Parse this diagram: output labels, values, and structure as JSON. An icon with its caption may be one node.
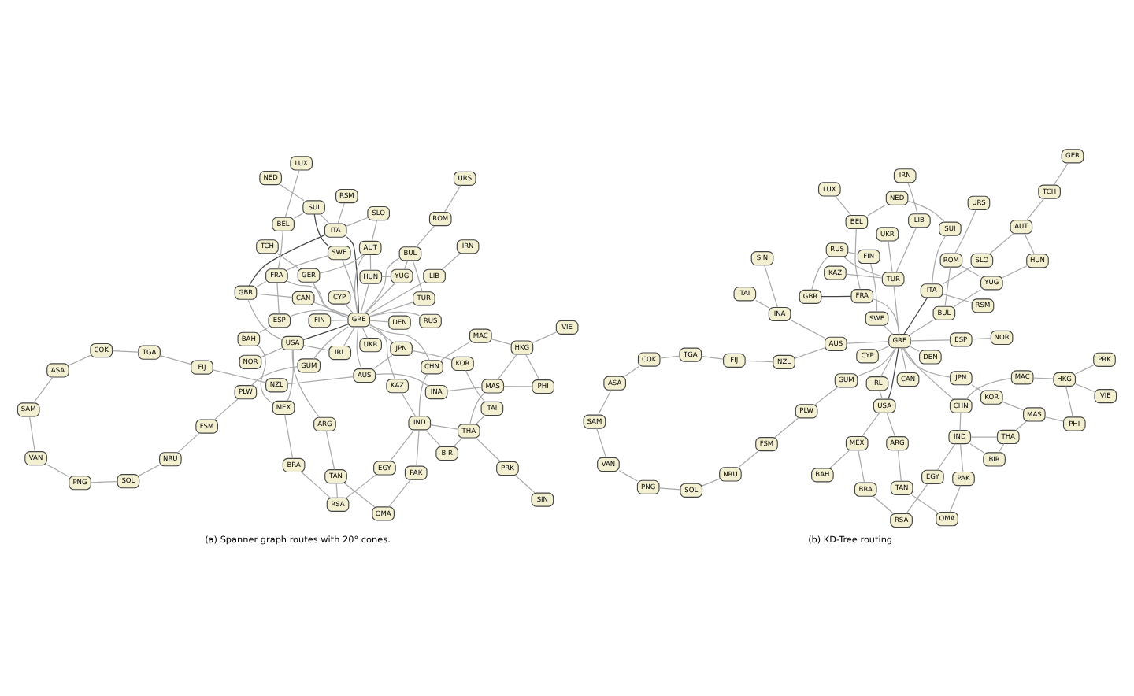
{
  "diagram": {
    "nodes": [
      {
        "text": [
          "OMA"
        ]
      },
      {
        "text": [
          "TAN"
        ]
      },
      {
        "text": [
          "PAK"
        ]
      },
      {
        "text": [
          "RSA"
        ]
      },
      {
        "text": [
          "BRA"
        ]
      },
      {
        "text": [
          "EGY"
        ]
      },
      {
        "text": [
          "ARG"
        ]
      },
      {
        "text": [
          "IRN"
        ]
      },
      {
        "text": [
          "VIE"
        ]
      },
      {
        "text": [
          "BIR"
        ]
      },
      {
        "text": [
          "IND"
        ]
      },
      {
        "text": [
          "MEX"
        ]
      },
      {
        "text": [
          "MAC"
        ]
      },
      {
        "text": [
          "HKG"
        ]
      },
      {
        "text": [
          "PHI"
        ]
      },
      {
        "text": [
          "PRK"
        ]
      },
      {
        "text": [
          "THA"
        ]
      },
      {
        "text": [
          "LIB"
        ]
      },
      {
        "text": [
          "CHN"
        ]
      },
      {
        "text": [
          "MAS"
        ]
      },
      {
        "text": [
          "KAZ"
        ]
      },
      {
        "text": [
          "IRL"
        ]
      },
      {
        "text": [
          "USA"
        ]
      },
      {
        "text": [
          "BAH"
        ]
      },
      {
        "text": [
          "TAI"
        ]
      },
      {
        "text": [
          "KOR"
        ]
      },
      {
        "text": [
          "SIN"
        ]
      },
      {
        "text": [
          "UKR"
        ]
      },
      {
        "text": [
          "GBR"
        ]
      },
      {
        "text": [
          "NOR"
        ]
      },
      {
        "text": [
          "LUX"
        ]
      },
      {
        "text": [
          "RUS"
        ]
      },
      {
        "text": [
          "CAN"
        ]
      },
      {
        "text": [
          "ESP"
        ]
      },
      {
        "text": [
          "TUR"
        ]
      },
      {
        "text": [
          "INA"
        ]
      },
      {
        "text": [
          "JPN"
        ]
      },
      {
        "text": [
          "GRE"
        ]
      },
      {
        "text": [
          "FIN"
        ]
      },
      {
        "text": [
          "FRA"
        ]
      },
      {
        "text": [
          "BEL"
        ]
      },
      {
        "text": [
          "AUS"
        ]
      },
      {
        "text": [
          "CYP"
        ]
      },
      {
        "text": [
          "SWE"
        ]
      },
      {
        "text": [
          "SUI"
        ]
      },
      {
        "text": [
          "NED"
        ]
      },
      {
        "text": [
          "BUL"
        ]
      },
      {
        "text": [
          "DEN"
        ]
      },
      {
        "text": [
          "ITA"
        ]
      },
      {
        "text": [
          "RSM"
        ]
      },
      {
        "text": [
          "YUG"
        ]
      },
      {
        "text": [
          "ROM"
        ]
      },
      {
        "text": [
          "HUN"
        ]
      },
      {
        "text": [
          "AUT"
        ]
      },
      {
        "text": [
          "GER"
        ]
      },
      {
        "text": [
          "SLO"
        ]
      },
      {
        "text": [
          "NZL"
        ]
      },
      {
        "text": [
          "URS"
        ]
      },
      {
        "text": [
          "GUM"
        ]
      },
      {
        "text": [
          "TCH"
        ]
      },
      {
        "text": [
          "FIJ"
        ]
      },
      {
        "text": [
          "TGA"
        ]
      },
      {
        "text": [
          "PLW"
        ]
      },
      {
        "text": [
          "COK"
        ]
      },
      {
        "text": [
          "FSM"
        ]
      },
      {
        "text": [
          "ASA"
        ]
      },
      {
        "text": [
          "SAM"
        ]
      },
      {
        "text": [
          "NRU"
        ]
      },
      {
        "text": [
          "VAN"
        ]
      },
      {
        "text": [
          "PNG"
        ]
      },
      {
        "text": [
          "SOL"
        ]
      },
      {
        "text": [
          "OMA"
        ]
      },
      {
        "text": [
          "TAN"
        ]
      },
      {
        "text": [
          "PAK"
        ]
      },
      {
        "text": [
          "RSA"
        ]
      },
      {
        "text": [
          "BRA"
        ]
      },
      {
        "text": [
          "EGY"
        ]
      },
      {
        "text": [
          "ARG"
        ]
      },
      {
        "text": [
          "IRN"
        ]
      },
      {
        "text": [
          "VIE"
        ]
      },
      {
        "text": [
          "BIR"
        ]
      },
      {
        "text": [
          "IND"
        ]
      },
      {
        "text": [
          "MEX"
        ]
      },
      {
        "text": [
          "MAC"
        ]
      },
      {
        "text": [
          "HKG"
        ]
      },
      {
        "text": [
          "PHI"
        ]
      },
      {
        "text": [
          "PRK"
        ]
      },
      {
        "text": [
          "THA"
        ]
      },
      {
        "text": [
          "LIB"
        ]
      },
      {
        "text": [
          "CHN"
        ]
      },
      {
        "text": [
          "MAS"
        ]
      },
      {
        "text": [
          "KAZ"
        ]
      },
      {
        "text": [
          "IRL"
        ]
      },
      {
        "text": [
          "USA"
        ]
      },
      {
        "text": [
          "BAH"
        ]
      },
      {
        "text": [
          "TAI"
        ]
      },
      {
        "text": [
          "KOR"
        ]
      },
      {
        "text": [
          "SIN"
        ]
      },
      {
        "text": [
          "UKR"
        ]
      },
      {
        "text": [
          "GBR"
        ]
      },
      {
        "text": [
          "NOR"
        ]
      },
      {
        "text": [
          "LUX"
        ]
      },
      {
        "text": [
          "RUS"
        ]
      },
      {
        "text": [
          "CAN"
        ]
      },
      {
        "text": [
          "ESP"
        ]
      },
      {
        "text": [
          "TUR"
        ]
      },
      {
        "text": [
          "INA"
        ]
      },
      {
        "text": [
          "JPN"
        ]
      },
      {
        "text": [
          "GRE"
        ]
      },
      {
        "text": [
          "FIN"
        ]
      },
      {
        "text": [
          "FRA"
        ]
      },
      {
        "text": [
          "BEL"
        ]
      },
      {
        "text": [
          "AUS"
        ]
      },
      {
        "text": [
          "CYP"
        ]
      },
      {
        "text": [
          "SWE"
        ]
      },
      {
        "text": [
          "SUI"
        ]
      },
      {
        "text": [
          "NED"
        ]
      },
      {
        "text": [
          "BUL"
        ]
      },
      {
        "text": [
          "DEN"
        ]
      },
      {
        "text": [
          "ITA"
        ]
      },
      {
        "text": [
          "RSM"
        ]
      },
      {
        "text": [
          "YUG"
        ]
      },
      {
        "text": [
          "ROM"
        ]
      },
      {
        "text": [
          "HUN"
        ]
      },
      {
        "text": [
          "AUT"
        ]
      },
      {
        "text": [
          "GER"
        ]
      },
      {
        "text": [
          "SLO"
        ]
      },
      {
        "text": [
          "NZL"
        ]
      },
      {
        "text": [
          "URS"
        ]
      },
      {
        "text": [
          "GUM"
        ]
      },
      {
        "text": [
          "TCH"
        ]
      },
      {
        "text": [
          "FIJ"
        ]
      },
      {
        "text": [
          "TGA"
        ]
      },
      {
        "text": [
          "PLW"
        ]
      },
      {
        "text": [
          "COK"
        ]
      },
      {
        "text": [
          "FSM"
        ]
      },
      {
        "text": [
          "ASA"
        ]
      },
      {
        "text": [
          "SAM"
        ]
      },
      {
        "text": [
          "NRU"
        ]
      },
      {
        "text": [
          "VAN"
        ]
      },
      {
        "text": [
          "PNG"
        ]
      },
      {
        "text": [
          "SOL"
        ]
      }
    ],
    "edges": [
      {
        "from": 41,
        "to": 56,
        "arrow": "none"
      },
      {
        "from": 56,
        "to": 60,
        "arrow": "none"
      },
      {
        "from": 60,
        "to": 61,
        "arrow": "none"
      },
      {
        "from": 61,
        "to": 63,
        "arrow": "none"
      },
      {
        "from": 63,
        "to": 65,
        "arrow": "none"
      },
      {
        "from": 65,
        "to": 66,
        "arrow": "none"
      },
      {
        "from": 66,
        "to": 68,
        "arrow": "none"
      },
      {
        "from": 68,
        "to": 69,
        "arrow": "none"
      },
      {
        "from": 69,
        "to": 70,
        "arrow": "none"
      },
      {
        "from": 70,
        "to": 67,
        "arrow": "none"
      },
      {
        "from": 67,
        "to": 64,
        "arrow": "none"
      },
      {
        "from": 64,
        "to": 62,
        "arrow": "none"
      },
      {
        "from": 62,
        "to": 58,
        "arrow": "none"
      },
      {
        "from": 58,
        "to": 37,
        "arrow": "none"
      },
      {
        "from": 0,
        "to": 1,
        "arrow": "none"
      },
      {
        "from": 0,
        "to": 2,
        "arrow": "none"
      },
      {
        "from": 2,
        "to": 10,
        "arrow": "none"
      },
      {
        "from": 1,
        "to": 3,
        "arrow": "none"
      },
      {
        "from": 3,
        "to": 4,
        "arrow": "none"
      },
      {
        "from": 3,
        "to": 5,
        "arrow": "none"
      },
      {
        "from": 1,
        "to": 6,
        "arrow": "none"
      },
      {
        "from": 6,
        "to": 22,
        "arrow": "none"
      },
      {
        "from": 4,
        "to": 11,
        "arrow": "none"
      },
      {
        "from": 11,
        "to": 22,
        "arrow": "none"
      },
      {
        "from": 11,
        "to": 23,
        "arrow": "none"
      },
      {
        "from": 23,
        "to": 33,
        "arrow": "none"
      },
      {
        "from": 7,
        "to": 17,
        "arrow": "none"
      },
      {
        "from": 5,
        "to": 10,
        "arrow": "none"
      },
      {
        "from": 10,
        "to": 9,
        "arrow": "none"
      },
      {
        "from": 10,
        "to": 16,
        "arrow": "none"
      },
      {
        "from": 10,
        "to": 18,
        "arrow": "none"
      },
      {
        "from": 10,
        "to": 20,
        "arrow": "none"
      },
      {
        "from": 9,
        "to": 16,
        "arrow": "none"
      },
      {
        "from": 8,
        "to": 13,
        "arrow": "none"
      },
      {
        "from": 13,
        "to": 14,
        "arrow": "none"
      },
      {
        "from": 14,
        "to": 19,
        "arrow": "none"
      },
      {
        "from": 13,
        "to": 19,
        "arrow": "none"
      },
      {
        "from": 12,
        "to": 13,
        "arrow": "none"
      },
      {
        "from": 12,
        "to": 18,
        "arrow": "none"
      },
      {
        "from": 19,
        "to": 16,
        "arrow": "none"
      },
      {
        "from": 19,
        "to": 35,
        "arrow": "none"
      },
      {
        "from": 15,
        "to": 26,
        "arrow": "none"
      },
      {
        "from": 15,
        "to": 16,
        "arrow": "none"
      },
      {
        "from": 16,
        "to": 24,
        "arrow": "none"
      },
      {
        "from": 25,
        "to": 36,
        "arrow": "none"
      },
      {
        "from": 25,
        "to": 24,
        "arrow": "none"
      },
      {
        "from": 36,
        "to": 41,
        "arrow": "none"
      },
      {
        "from": 35,
        "to": 41,
        "arrow": "none"
      },
      {
        "from": 41,
        "to": 37,
        "arrow": "none"
      },
      {
        "from": 36,
        "to": 37,
        "arrow": "none"
      },
      {
        "from": 18,
        "to": 37,
        "arrow": "none"
      },
      {
        "from": 20,
        "to": 37,
        "arrow": "none"
      },
      {
        "from": 17,
        "to": 37,
        "arrow": "none"
      },
      {
        "from": 27,
        "to": 37,
        "arrow": "none"
      },
      {
        "from": 34,
        "to": 37,
        "arrow": "none"
      },
      {
        "from": 31,
        "to": 37,
        "arrow": "none"
      },
      {
        "from": 21,
        "to": 37,
        "arrow": "none"
      },
      {
        "from": 22,
        "to": 37,
        "arrow": "none",
        "color": "#444444"
      },
      {
        "from": 28,
        "to": 22,
        "arrow": "none"
      },
      {
        "from": 29,
        "to": 22,
        "arrow": "none"
      },
      {
        "from": 32,
        "to": 37,
        "arrow": "none"
      },
      {
        "from": 33,
        "to": 37,
        "arrow": "none"
      },
      {
        "from": 38,
        "to": 37,
        "arrow": "none"
      },
      {
        "from": 39,
        "to": 37,
        "arrow": "none"
      },
      {
        "from": 43,
        "to": 37,
        "arrow": "none"
      },
      {
        "from": 47,
        "to": 37,
        "arrow": "none"
      },
      {
        "from": 48,
        "to": 37,
        "arrow": "none",
        "color": "#444444"
      },
      {
        "from": 54,
        "to": 37,
        "arrow": "none"
      },
      {
        "from": 53,
        "to": 37,
        "arrow": "none"
      },
      {
        "from": 52,
        "to": 37,
        "arrow": "none"
      },
      {
        "from": 50,
        "to": 37,
        "arrow": "none"
      },
      {
        "from": 46,
        "to": 37,
        "arrow": "none"
      },
      {
        "from": 42,
        "to": 37,
        "arrow": "none"
      },
      {
        "from": 51,
        "to": 46,
        "arrow": "none"
      },
      {
        "from": 57,
        "to": 51,
        "arrow": "none"
      },
      {
        "from": 50,
        "to": 46,
        "arrow": "none"
      },
      {
        "from": 50,
        "to": 52,
        "arrow": "none"
      },
      {
        "from": 52,
        "to": 53,
        "arrow": "none"
      },
      {
        "from": 53,
        "to": 54,
        "arrow": "none"
      },
      {
        "from": 54,
        "to": 59,
        "arrow": "none"
      },
      {
        "from": 53,
        "to": 55,
        "arrow": "none"
      },
      {
        "from": 48,
        "to": 55,
        "arrow": "none"
      },
      {
        "from": 48,
        "to": 49,
        "arrow": "none"
      },
      {
        "from": 48,
        "to": 44,
        "arrow": "none"
      },
      {
        "from": 44,
        "to": 45,
        "arrow": "none"
      },
      {
        "from": 44,
        "to": 40,
        "arrow": "none"
      },
      {
        "from": 40,
        "to": 30,
        "arrow": "none"
      },
      {
        "from": 40,
        "to": 39,
        "arrow": "none"
      },
      {
        "from": 39,
        "to": 33,
        "arrow": "none"
      },
      {
        "from": 39,
        "to": 28,
        "arrow": "none"
      },
      {
        "from": 21,
        "to": 22,
        "arrow": "none"
      },
      {
        "from": 34,
        "to": 46,
        "arrow": "none"
      },
      {
        "from": 39,
        "to": 43,
        "arrow": "none"
      },
      {
        "from": 32,
        "to": 28,
        "arrow": "none"
      },
      {
        "from": 28,
        "to": 48,
        "arrow": "none",
        "color": "#444444"
      },
      {
        "from": 43,
        "to": 44,
        "arrow": "none",
        "color": "#444444"
      },
      {
        "from": 112,
        "to": 127,
        "arrow": "none"
      },
      {
        "from": 127,
        "to": 131,
        "arrow": "none"
      },
      {
        "from": 131,
        "to": 132,
        "arrow": "none"
      },
      {
        "from": 132,
        "to": 134,
        "arrow": "none"
      },
      {
        "from": 134,
        "to": 136,
        "arrow": "none"
      },
      {
        "from": 136,
        "to": 137,
        "arrow": "none"
      },
      {
        "from": 137,
        "to": 139,
        "arrow": "none"
      },
      {
        "from": 139,
        "to": 140,
        "arrow": "none"
      },
      {
        "from": 140,
        "to": 141,
        "arrow": "none"
      },
      {
        "from": 141,
        "to": 138,
        "arrow": "none"
      },
      {
        "from": 138,
        "to": 135,
        "arrow": "none"
      },
      {
        "from": 135,
        "to": 133,
        "arrow": "none"
      },
      {
        "from": 133,
        "to": 129,
        "arrow": "none"
      },
      {
        "from": 129,
        "to": 108,
        "arrow": "none"
      },
      {
        "from": 71,
        "to": 72,
        "arrow": "none"
      },
      {
        "from": 71,
        "to": 73,
        "arrow": "none"
      },
      {
        "from": 72,
        "to": 77,
        "arrow": "none"
      },
      {
        "from": 74,
        "to": 76,
        "arrow": "none"
      },
      {
        "from": 74,
        "to": 75,
        "arrow": "none"
      },
      {
        "from": 75,
        "to": 82,
        "arrow": "none"
      },
      {
        "from": 82,
        "to": 93,
        "arrow": "none"
      },
      {
        "from": 82,
        "to": 94,
        "arrow": "none"
      },
      {
        "from": 77,
        "to": 93,
        "arrow": "none"
      },
      {
        "from": 76,
        "to": 81,
        "arrow": "none"
      },
      {
        "from": 73,
        "to": 81,
        "arrow": "none"
      },
      {
        "from": 78,
        "to": 88,
        "arrow": "none"
      },
      {
        "from": 80,
        "to": 81,
        "arrow": "none"
      },
      {
        "from": 80,
        "to": 87,
        "arrow": "none"
      },
      {
        "from": 87,
        "to": 81,
        "arrow": "none"
      },
      {
        "from": 83,
        "to": 84,
        "arrow": "none"
      },
      {
        "from": 83,
        "to": 89,
        "arrow": "none"
      },
      {
        "from": 84,
        "to": 85,
        "arrow": "none"
      },
      {
        "from": 79,
        "to": 84,
        "arrow": "none"
      },
      {
        "from": 86,
        "to": 84,
        "arrow": "none"
      },
      {
        "from": 85,
        "to": 90,
        "arrow": "none"
      },
      {
        "from": 90,
        "to": 87,
        "arrow": "none"
      },
      {
        "from": 90,
        "to": 96,
        "arrow": "none"
      },
      {
        "from": 97,
        "to": 106,
        "arrow": "none"
      },
      {
        "from": 95,
        "to": 106,
        "arrow": "none"
      },
      {
        "from": 106,
        "to": 112,
        "arrow": "none"
      },
      {
        "from": 112,
        "to": 108,
        "arrow": "none"
      },
      {
        "from": 107,
        "to": 108,
        "arrow": "none"
      },
      {
        "from": 96,
        "to": 107,
        "arrow": "none"
      },
      {
        "from": 89,
        "to": 81,
        "arrow": "none"
      },
      {
        "from": 89,
        "to": 108,
        "arrow": "none"
      },
      {
        "from": 91,
        "to": 105,
        "arrow": "none"
      },
      {
        "from": 88,
        "to": 105,
        "arrow": "none"
      },
      {
        "from": 105,
        "to": 108,
        "arrow": "none"
      },
      {
        "from": 98,
        "to": 105,
        "arrow": "none"
      },
      {
        "from": 105,
        "to": 102,
        "arrow": "none"
      },
      {
        "from": 102,
        "to": 99,
        "arrow": "none"
      },
      {
        "from": 102,
        "to": 109,
        "arrow": "none"
      },
      {
        "from": 92,
        "to": 93,
        "arrow": "none"
      },
      {
        "from": 92,
        "to": 108,
        "arrow": "none"
      },
      {
        "from": 93,
        "to": 108,
        "arrow": "none",
        "color": "#444444"
      },
      {
        "from": 103,
        "to": 108,
        "arrow": "none"
      },
      {
        "from": 109,
        "to": 114,
        "arrow": "none"
      },
      {
        "from": 110,
        "to": 111,
        "arrow": "none"
      },
      {
        "from": 111,
        "to": 101,
        "arrow": "none"
      },
      {
        "from": 111,
        "to": 116,
        "arrow": "none"
      },
      {
        "from": 115,
        "to": 116,
        "arrow": "none"
      },
      {
        "from": 119,
        "to": 120,
        "arrow": "none"
      },
      {
        "from": 119,
        "to": 126,
        "arrow": "none"
      },
      {
        "from": 124,
        "to": 126,
        "arrow": "none"
      },
      {
        "from": 124,
        "to": 123,
        "arrow": "none"
      },
      {
        "from": 123,
        "to": 121,
        "arrow": "none"
      },
      {
        "from": 121,
        "to": 122,
        "arrow": "none"
      },
      {
        "from": 122,
        "to": 128,
        "arrow": "none"
      },
      {
        "from": 122,
        "to": 117,
        "arrow": "none"
      },
      {
        "from": 117,
        "to": 121,
        "arrow": "none"
      },
      {
        "from": 125,
        "to": 130,
        "arrow": "none"
      },
      {
        "from": 124,
        "to": 130,
        "arrow": "none"
      },
      {
        "from": 117,
        "to": 108,
        "arrow": "none"
      },
      {
        "from": 113,
        "to": 108,
        "arrow": "none"
      },
      {
        "from": 114,
        "to": 108,
        "arrow": "none"
      },
      {
        "from": 118,
        "to": 108,
        "arrow": "none"
      },
      {
        "from": 119,
        "to": 108,
        "arrow": "none",
        "color": "#444444"
      },
      {
        "from": 110,
        "to": 108,
        "arrow": "none"
      },
      {
        "from": 100,
        "to": 104,
        "arrow": "none"
      },
      {
        "from": 104,
        "to": 108,
        "arrow": "none"
      },
      {
        "from": 99,
        "to": 110,
        "arrow": "none",
        "color": "#444444"
      },
      {
        "from": 115,
        "to": 119,
        "arrow": "none"
      }
    ],
    "labels": [
      "(a) Spanner graph routes with 20° cones.",
      "(b) KD-Tree routing"
    ]
  }
}
